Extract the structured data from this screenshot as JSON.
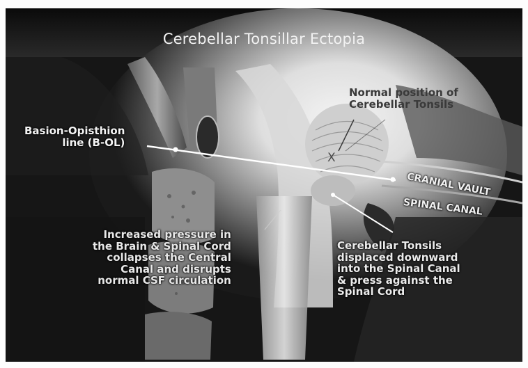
{
  "title": "Cerebellar Tonsillar Ectopia",
  "labels": {
    "basion_line": "Basion-Opisthion\nline (B-OL)",
    "normal_position": "Normal position of\nCerebellar Tonsils",
    "normal_marker": "X",
    "cranial_vault": "CRANIAL VAULT",
    "spinal_canal": "SPINAL CANAL",
    "pressure": "Increased pressure in\nthe Brain & Spinal Cord\ncollapses the Central\nCanal and disrupts\nnormal CSF circulation",
    "tonsils_displaced": "Cerebellar Tonsils\ndisplaced downward\ninto the Spinal Canal\n& press against the\nSpinal Cord"
  },
  "colors": {
    "background": "#151515",
    "label_text": "#f4f4f4",
    "pointer_line": "#ffffff"
  }
}
